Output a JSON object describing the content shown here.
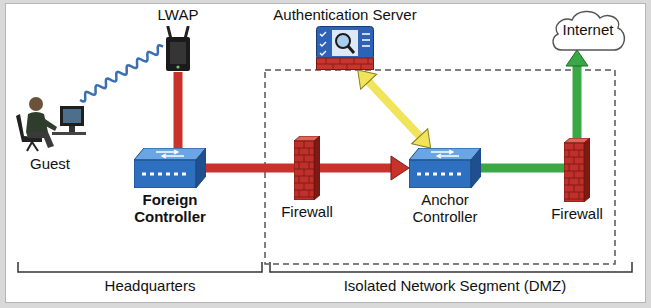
{
  "diagram": {
    "nodes": [
      {
        "text": [
          "LWAP"
        ]
      },
      {
        "text": [
          "Authentication Server"
        ]
      },
      {
        "text": [
          "Internet"
        ]
      },
      {
        "text": [
          "Guest"
        ]
      },
      {
        "text": [
          "Foreign Controller"
        ]
      },
      {
        "text": [
          "Firewall"
        ]
      },
      {
        "text": [
          "Anchor Controller"
        ]
      },
      {
        "text": [
          "Firewall"
        ]
      }
    ],
    "edges": [
      {
        "from": 3,
        "to": 0,
        "arrow": "none"
      },
      {
        "from": 0,
        "to": 4,
        "arrow": "none"
      },
      {
        "from": 4,
        "to": 5,
        "arrow": "none"
      },
      {
        "from": 5,
        "to": 6,
        "arrow": "to"
      },
      {
        "from": 1,
        "to": 6,
        "arrow": "both"
      },
      {
        "from": 6,
        "to": 7,
        "arrow": "none"
      },
      {
        "from": 7,
        "to": 2,
        "arrow": "to"
      }
    ],
    "labels": [
      "Headquarters",
      "Isolated Network Segment (DMZ)"
    ]
  }
}
